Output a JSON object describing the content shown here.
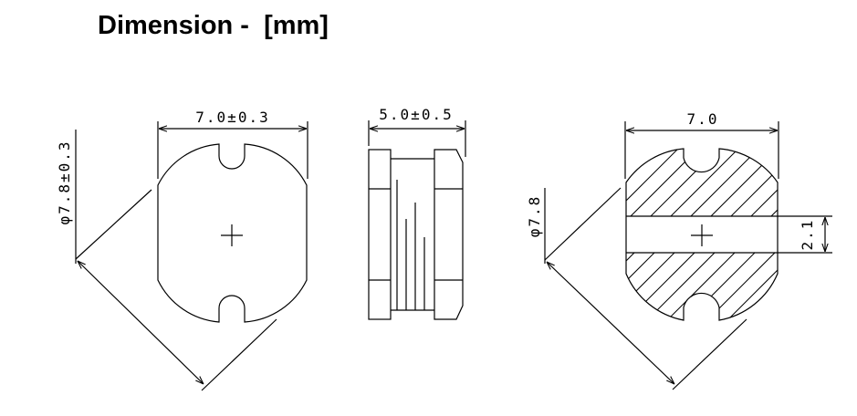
{
  "title": "Dimension -  [mm]",
  "views": {
    "top": {
      "width_label": "7.0±0.3",
      "diameter_label": "φ7.8±0.3"
    },
    "side": {
      "height_label": "5.0±0.5"
    },
    "bottom": {
      "width_label": "7.0",
      "diameter_label": "φ7.8",
      "gap_label": "2.1"
    }
  }
}
